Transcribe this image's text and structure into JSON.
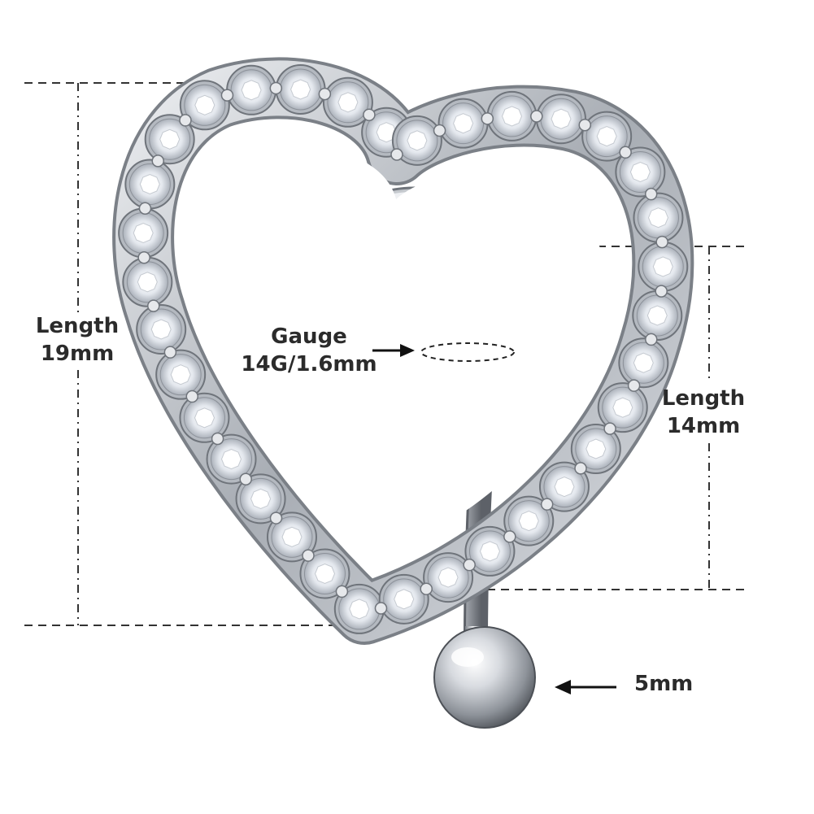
{
  "labels": {
    "total_length": {
      "title": "Length",
      "value": "19mm"
    },
    "bar_length": {
      "title": "Length",
      "value": "14mm"
    },
    "gauge": {
      "title": "Gauge",
      "value": "14G/1.6mm"
    },
    "ball": {
      "value": "5mm"
    }
  },
  "colors": {
    "dimension_line": "#333333",
    "label_text": "#2b2b2b",
    "metal": "#c9ccd1",
    "metal_dark": "#6f747b",
    "stone": "#eef1f5"
  },
  "heart": {
    "stone_count": 34
  }
}
